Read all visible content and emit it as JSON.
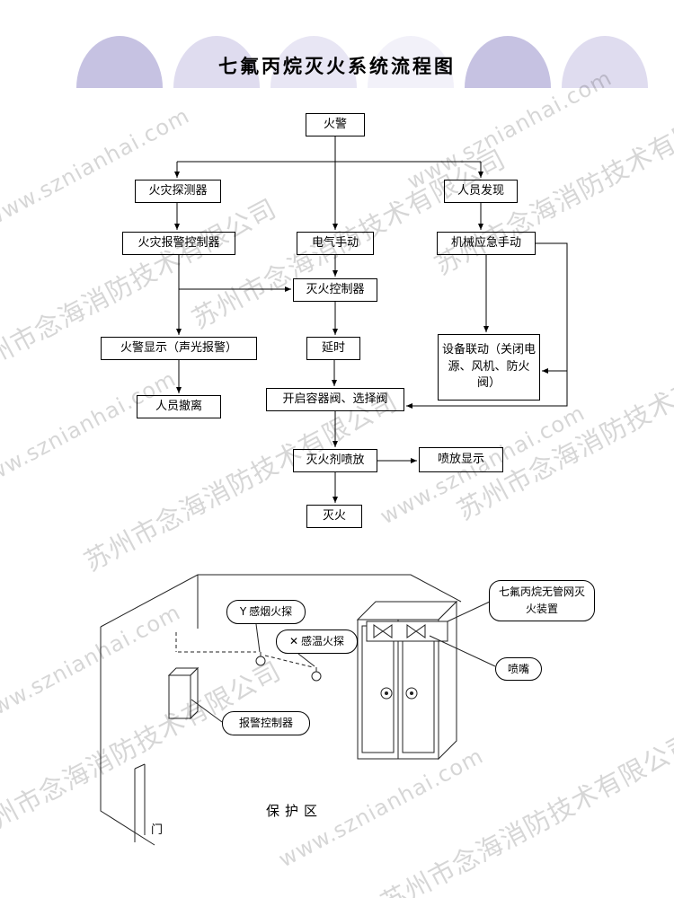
{
  "title": "七氟丙烷灭火系统流程图",
  "flowchart": {
    "fire_alarm": "火警",
    "fire_detector": "火灾探测器",
    "personnel_discovery": "人员发现",
    "fire_alarm_controller": "火灾报警控制器",
    "electrical_manual": "电气手动",
    "mechanical_emergency_manual": "机械应急手动",
    "extinguishing_controller": "灭火控制器",
    "fire_alarm_display": "火警显示（声光报警）",
    "delay": "延时",
    "equipment_linkage": "设备联动（关闭电源、风机、防火阀）",
    "personnel_evacuation": "人员撤离",
    "open_valves": "开启容器阀、选择阀",
    "agent_discharge": "灭火剂喷放",
    "discharge_display": "喷放显示",
    "extinguished": "灭火"
  },
  "schematic": {
    "smoke_detector_symbol": "Y",
    "smoke_detector_label": "感烟火探",
    "heat_detector_symbol": "✕",
    "heat_detector_label": "感温火探",
    "device_label": "七氟丙烷无管网灭火装置",
    "nozzle_label": "喷嘴",
    "alarm_controller_label": "报警控制器",
    "protected_area_label": "保护区",
    "door_label": "门"
  },
  "watermark": {
    "url": "www.sznianhai.com",
    "company": "苏州市念海消防技术有限公司"
  },
  "theme": {
    "arch_dark": "#c6c2e2",
    "arch_light": "#dfdcef",
    "watermark_gray": "#d6d6d6",
    "line_color": "#000000"
  }
}
